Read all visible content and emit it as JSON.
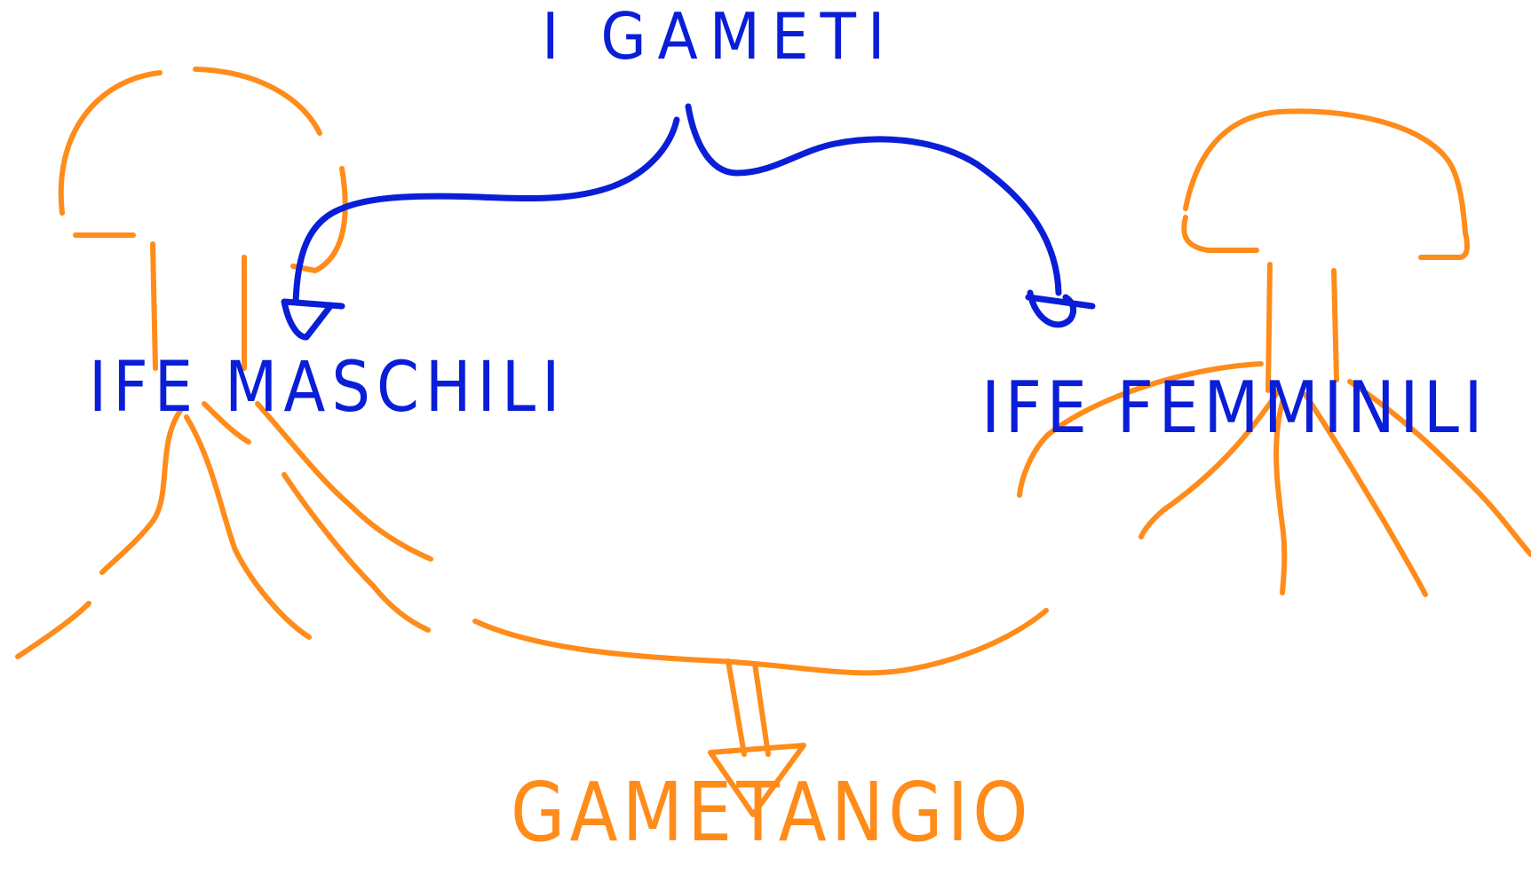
{
  "title": "I GAMETI",
  "left_label": "IFE MASCHILI",
  "right_label": "IFE FEMMINILI",
  "bottom_label": "GAMETANGIO",
  "colors": {
    "ink_blue": "#0a1ed8",
    "ink_orange": "#ff8c1a",
    "background": "#ffffff"
  }
}
